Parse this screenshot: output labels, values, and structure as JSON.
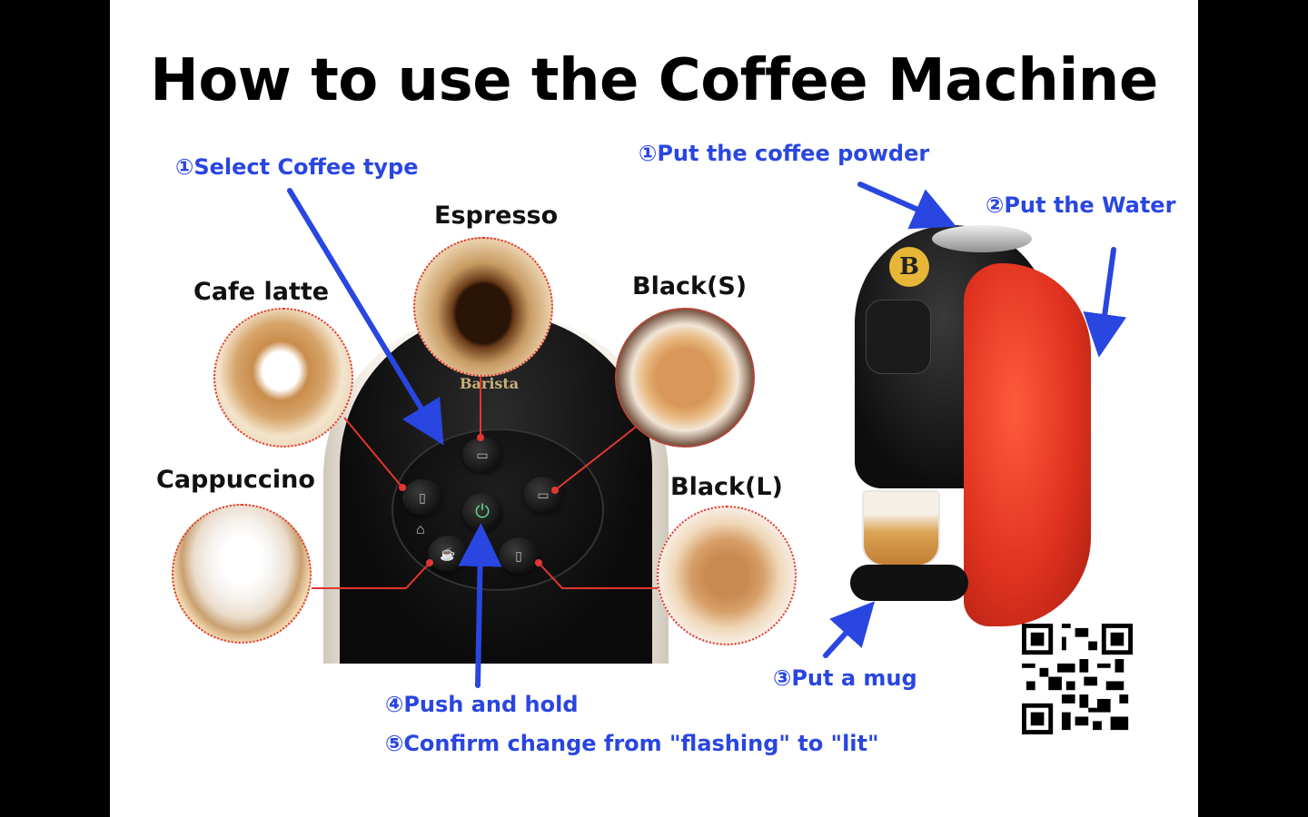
{
  "slide": {
    "title": "How to use the Coffee Machine",
    "steps": {
      "select": "①Select Coffee type",
      "powder": "①Put the coffee powder",
      "water": "②Put the Water",
      "mug": "③Put a mug",
      "push": "④Push and hold",
      "confirm": "⑤Confirm change from \"flashing\" to \"lit\""
    },
    "types": {
      "espresso": "Espresso",
      "cafe_latte": "Cafe latte",
      "black_s": "Black(S)",
      "cappuccino": "Cappuccino",
      "black_l": "Black(L)"
    },
    "brand": "Barista"
  },
  "colors": {
    "annotation": "#2946e0",
    "callout": "#e2372f",
    "machine_red": "#e0321f"
  },
  "icons": [
    "cup-icon",
    "power-icon",
    "qr-code"
  ]
}
